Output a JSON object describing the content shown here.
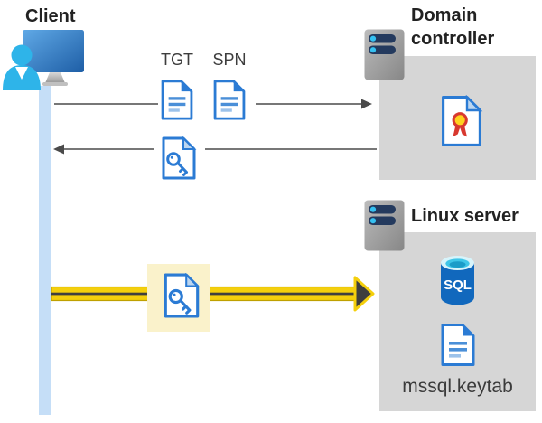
{
  "labels": {
    "client": "Client",
    "tgt": "TGT",
    "spn": "SPN",
    "domain_controller": "Domain controller",
    "linux_server": "Linux server",
    "mssql_keytab": "mssql.keytab",
    "sql": "SQL"
  },
  "icons": {
    "client": "person-at-computer-icon",
    "domain_controller": "server-icon",
    "linux_server": "server-icon",
    "tgt": "document-icon",
    "spn": "document-icon",
    "service_ticket": "key-document-icon",
    "keytab_ticket": "key-document-icon",
    "certificate": "certificate-icon",
    "sql_database": "sql-database-icon",
    "keytab_file": "document-icon"
  },
  "colors": {
    "doc_blue": "#2b7bd4",
    "doc_line_blue": "#4a8fd8",
    "doc_line_light": "#9cc2ea",
    "box_gray": "#d6d6d6",
    "lifeline_blue": "#c5def7",
    "arrow_gray": "#4a4a4a",
    "arrow_yellow": "#f4cf0c",
    "highlight_yellow": "#faf2cb",
    "sql_blue": "#1168bd",
    "sql_top_cyan": "#3fc6e8",
    "cert_red": "#d8382f",
    "cert_yellow": "#ffd21f",
    "server_pill_navy": "#243a5e",
    "server_dot_cyan": "#35c1f1",
    "person_cyan": "#2eb4e9"
  }
}
